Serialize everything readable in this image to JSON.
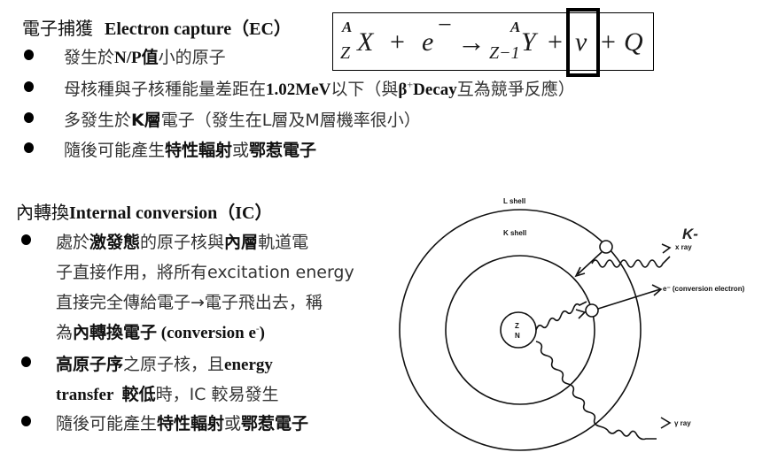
{
  "ec": {
    "title_zh": "電子捕獲",
    "title_en": "Electron capture（EC）",
    "bullets": [
      {
        "p1": "發生於",
        "b1": "N/P值",
        "p2": "小的原子"
      },
      {
        "p1": "母核種與子核種能量差距在",
        "b1": "1.02MeV",
        "p2": "以下（與",
        "b2": "β",
        "sup": "+",
        "b3": "Decay",
        "p3": "互為競爭反應）"
      },
      {
        "p1": "多發生於",
        "b1": "K層",
        "p2": "電子（發生在L層及M層機率很小）"
      },
      {
        "p1": "隨後可能產生",
        "b1": "特性輻射",
        "p2": "或",
        "b2": "鄂惹電子"
      }
    ],
    "equation": {
      "A": "A",
      "Z": "Z",
      "X": "X",
      "plus1": "+",
      "e": "e",
      "esup": "−",
      "arrow": "→",
      "A2": "A",
      "Zm1": "Z−1",
      "Y": "Y",
      "plus2": "+",
      "nu": "v",
      "plus3": "+",
      "Q": "Q"
    }
  },
  "ic": {
    "title_zh": "內轉換",
    "title_en": "Internal conversion（IC）",
    "bullet1": {
      "l1_p1": "處於",
      "l1_b1": "激發態",
      "l1_p2": "的原子核與",
      "l1_b2": "內層",
      "l1_p3": "軌道電",
      "l2": "子直接作用，將所有excitation energy",
      "l3": "直接完全傳給電子→電子飛出去，稱",
      "l4_p1": "為",
      "l4_b1": "內轉換電子",
      "l4_en": " (conversion e",
      "l4_sup": "-",
      "l4_end": ")"
    },
    "bullet2": {
      "l1_b1": "高原子序",
      "l1_p1": "之原子核，且",
      "l1_b2": "energy",
      "l2_b1": "transfer  較低",
      "l2_p1": "時，IC 較易發生"
    },
    "bullet3": {
      "p1": "隨後可能產生",
      "b1": "特性輻射",
      "p2": "或",
      "b2": "鄂惹電子"
    }
  },
  "diagram": {
    "l_shell": "L shell",
    "k_shell": "K shell",
    "nucleus_z": "Z",
    "nucleus_n": "N",
    "k_annotation": "K-",
    "x_ray": "x ray",
    "conversion_electron": "e⁻ (conversion electron)",
    "gamma_ray": "γ ray"
  }
}
